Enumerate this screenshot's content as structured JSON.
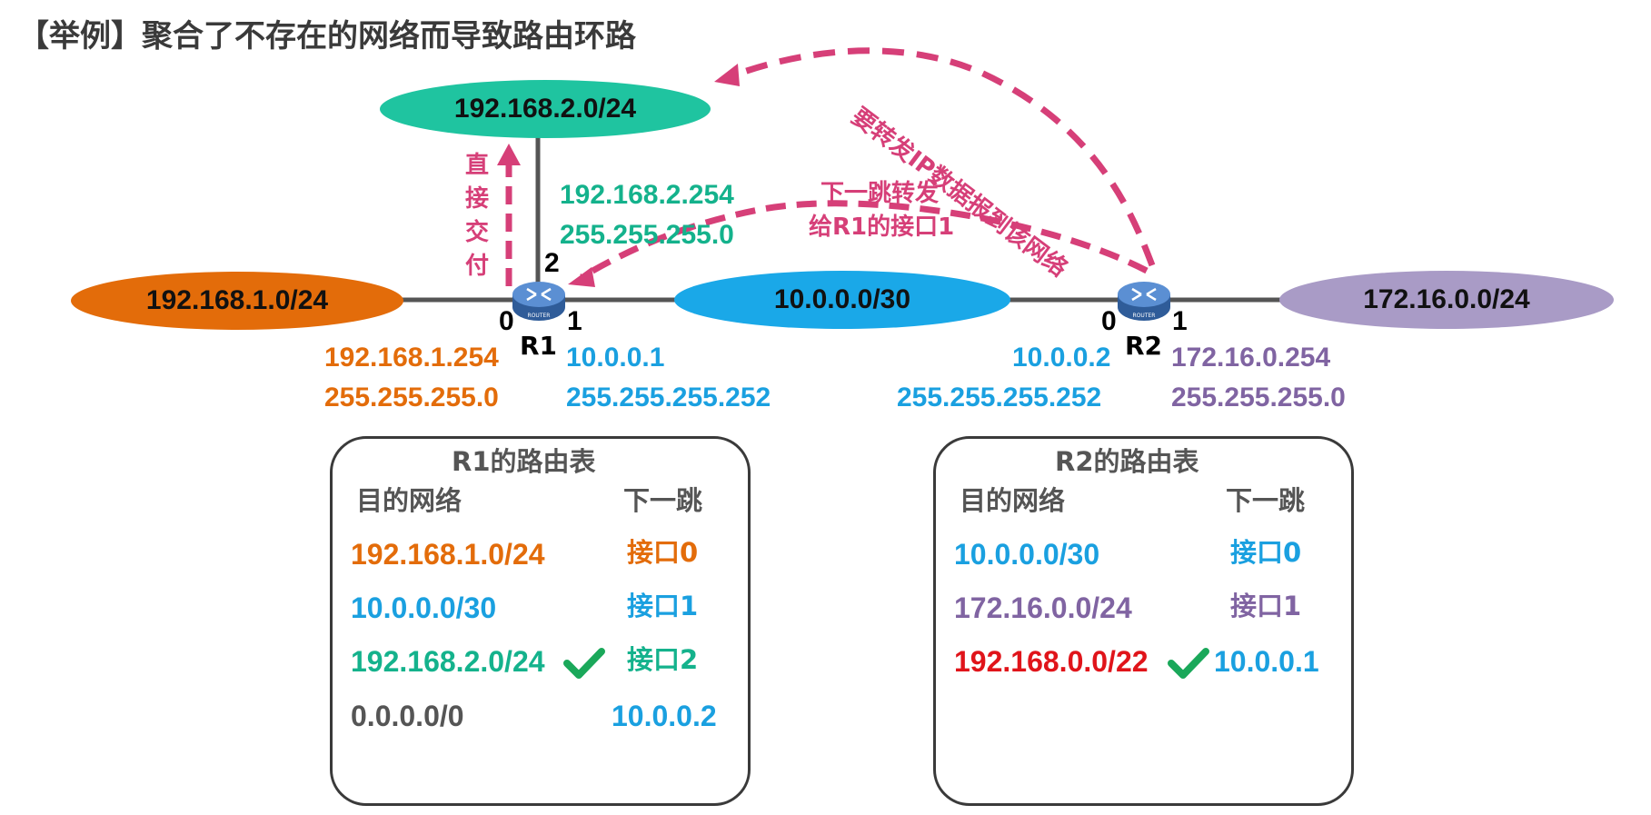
{
  "title": "【举例】聚合了不存在的网络而导致路由环路",
  "colors": {
    "orange": "#e36c0a",
    "teal": "#14b28c",
    "blue": "#1aa0e0",
    "purple": "#8064a2",
    "pink": "#d63f78",
    "red": "#e0141a",
    "green": "#1aa85a",
    "gray": "#555555"
  },
  "networks": {
    "net_192_168_2": "192.168.2.0/24",
    "net_192_168_1": "192.168.1.0/24",
    "net_10": "10.0.0.0/30",
    "net_172": "172.16.0.0/24"
  },
  "routers": {
    "r1": {
      "name": "R1",
      "port0": "0",
      "port1": "1",
      "port2": "2"
    },
    "r2": {
      "name": "R2",
      "port0": "0",
      "port1": "1"
    }
  },
  "interfaces": {
    "r1_if2_ip": "192.168.2.254",
    "r1_if2_mask": "255.255.255.0",
    "r1_if0_ip": "192.168.1.254",
    "r1_if0_mask": "255.255.255.0",
    "r1_if1_ip": "10.0.0.1",
    "r1_if1_mask": "255.255.255.252",
    "r2_if0_ip": "10.0.0.2",
    "r2_if0_mask": "255.255.255.252",
    "r2_if1_ip": "172.16.0.254",
    "r2_if1_mask": "255.255.255.0"
  },
  "annotations": {
    "direct_delivery": [
      "直",
      "接",
      "交",
      "付"
    ],
    "next_hop_line1": "下一跳转发",
    "next_hop_line2": "给R1的接口1",
    "forward_ip": "要转发IP数据报到该网络"
  },
  "r1_table": {
    "title": "R1的路由表",
    "col_dest": "目的网络",
    "col_next": "下一跳",
    "rows": [
      {
        "dest": "192.168.1.0/24",
        "next": "接口0"
      },
      {
        "dest": "10.0.0.0/30",
        "next": "接口1"
      },
      {
        "dest": "192.168.2.0/24",
        "next": "接口2"
      },
      {
        "dest": "0.0.0.0/0",
        "next": "10.0.0.2"
      }
    ]
  },
  "r2_table": {
    "title": "R2的路由表",
    "col_dest": "目的网络",
    "col_next": "下一跳",
    "rows": [
      {
        "dest": "10.0.0.0/30",
        "next": "接口0"
      },
      {
        "dest": "172.16.0.0/24",
        "next": "接口1"
      },
      {
        "dest": "192.168.0.0/22",
        "next": "10.0.0.1"
      }
    ]
  },
  "icons": [
    "router-icon",
    "checkmark-icon"
  ]
}
